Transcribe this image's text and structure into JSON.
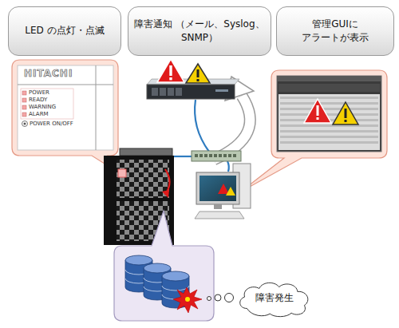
{
  "diagram": {
    "nodes": [
      {
        "text": [
          "LED の点灯・点滅"
        ]
      },
      {
        "text": [
          "障害通知 （メール、Syslog、SNMP）"
        ]
      },
      {
        "text": [
          "管理GUIに アラートが表示"
        ]
      },
      {
        "text": [
          "障害発生"
        ]
      }
    ],
    "labels": [
      "HITACHI",
      "POWER",
      "READY",
      "WARNING",
      "ALARM",
      "POWER ON/OFF"
    ]
  }
}
